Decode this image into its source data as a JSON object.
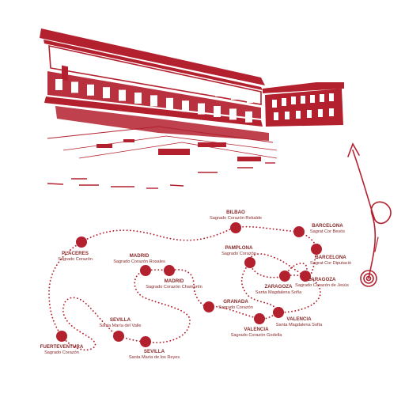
{
  "colors": {
    "accent": "#b3202e",
    "label": "#8a2a2a",
    "background": "#ffffff"
  },
  "illustration": {
    "icon": "school-building-icon"
  },
  "arrow": {
    "icon": "spiral-arrow-icon"
  },
  "locations": [
    {
      "id": "placeres",
      "city": "PLACERES",
      "school": "Sagrado Corazón"
    },
    {
      "id": "fuerteventura",
      "city": "FUERTEVENTURA",
      "school": "Sagrado Corazón"
    },
    {
      "id": "sevilla-valle",
      "city": "SEVILLA",
      "school": "Santa María del Valle"
    },
    {
      "id": "sevilla-reyes",
      "city": "SEVILLA",
      "school": "Santa María de los Reyes"
    },
    {
      "id": "madrid-rosales",
      "city": "MADRID",
      "school": "Sagrado Corazón Rosales"
    },
    {
      "id": "madrid-chamartin",
      "city": "MADRID",
      "school": "Sagrado Corazón Chamartín"
    },
    {
      "id": "granada",
      "city": "GRANADA",
      "school": "Sagrado Corazón"
    },
    {
      "id": "valencia-godella",
      "city": "VALENCIA",
      "school": "Sagrado Corazón Godella"
    },
    {
      "id": "valencia-sofia",
      "city": "VALENCIA",
      "school": "Santa Magdalena Sofía"
    },
    {
      "id": "pamplona",
      "city": "PAMPLONA",
      "school": "Sagrado Corazón"
    },
    {
      "id": "zaragoza-sofia",
      "city": "ZARAGOZA",
      "school": "Santa Magdalena Sofía"
    },
    {
      "id": "zaragoza-jesus",
      "city": "ZARAGOZA",
      "school": "Sagrado Corazón de Jesús"
    },
    {
      "id": "bilbao",
      "city": "BILBAO",
      "school": "Sagrado Corazón Rekalde"
    },
    {
      "id": "barcelona-besos",
      "city": "BARCELONA",
      "school": "Sagrat Cor Besós"
    },
    {
      "id": "barcelona-diputacio",
      "city": "BARCELONA",
      "school": "Sagrat Cor Diputació"
    }
  ]
}
